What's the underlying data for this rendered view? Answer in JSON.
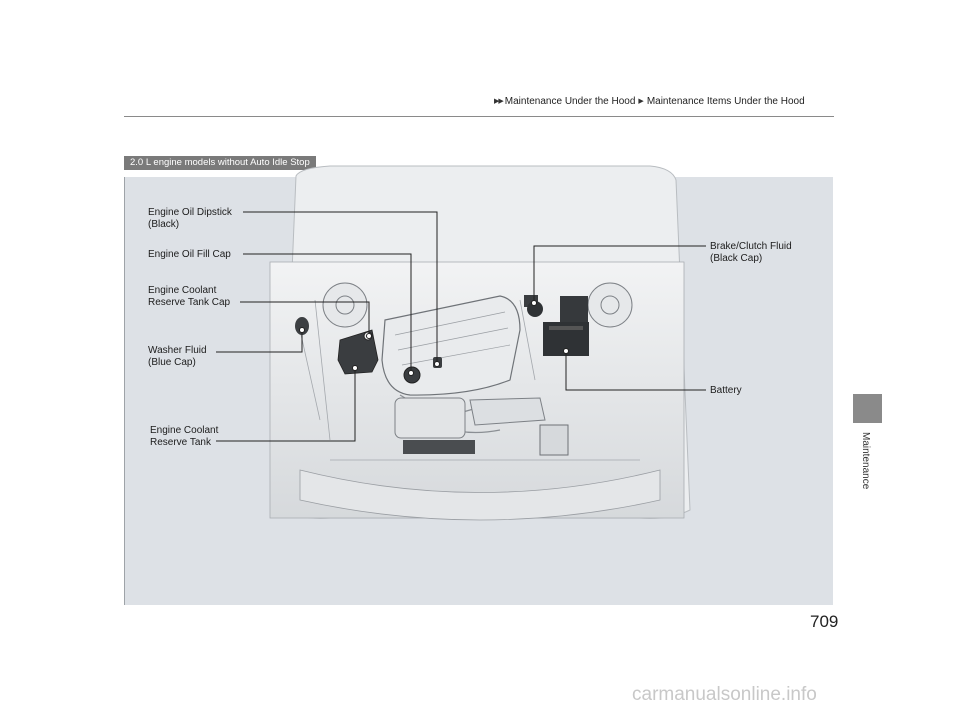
{
  "header": {
    "breadcrumb": [
      "Maintenance Under the Hood",
      "Maintenance Items Under the Hood"
    ]
  },
  "section_tag": "2.0 L engine models without Auto Idle Stop",
  "callouts": {
    "engine_oil_dipstick": {
      "line1": "Engine Oil Dipstick",
      "line2": "(Black)"
    },
    "engine_oil_fill_cap": {
      "line1": "Engine Oil Fill Cap"
    },
    "engine_coolant_reserve_tank_cap": {
      "line1": "Engine Coolant",
      "line2": "Reserve Tank Cap"
    },
    "washer_fluid": {
      "line1": "Washer Fluid",
      "line2": "(Blue Cap)"
    },
    "engine_coolant_reserve_tank": {
      "line1": "Engine Coolant",
      "line2": "Reserve Tank"
    },
    "brake_clutch_fluid": {
      "line1": "Brake/Clutch Fluid",
      "line2": "(Black Cap)"
    },
    "battery": {
      "line1": "Battery"
    }
  },
  "side_tab": {
    "label": "Maintenance"
  },
  "page_number": "709",
  "watermark": "carmanualsonline.info",
  "colors": {
    "panel": "#dde1e6",
    "tab": "#8a8a8a",
    "tag": "#7a7a7a"
  }
}
